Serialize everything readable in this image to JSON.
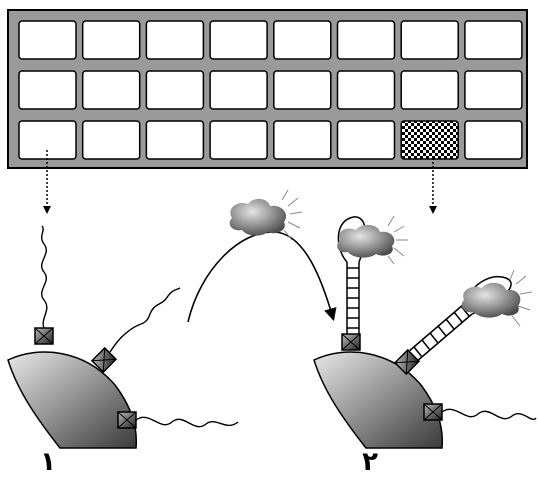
{
  "grid": {
    "rows": 3,
    "cols": 8,
    "highlighted_cell": {
      "row": 3,
      "col": 7,
      "pattern": "checkerboard"
    }
  },
  "panels": [
    {
      "label": "١",
      "state": "unbound probes"
    },
    {
      "label": "٢",
      "state": "hybridized probes"
    }
  ],
  "colors": {
    "plate": "#9a9a9a",
    "outline": "#000000",
    "cell": "#ffffff"
  }
}
